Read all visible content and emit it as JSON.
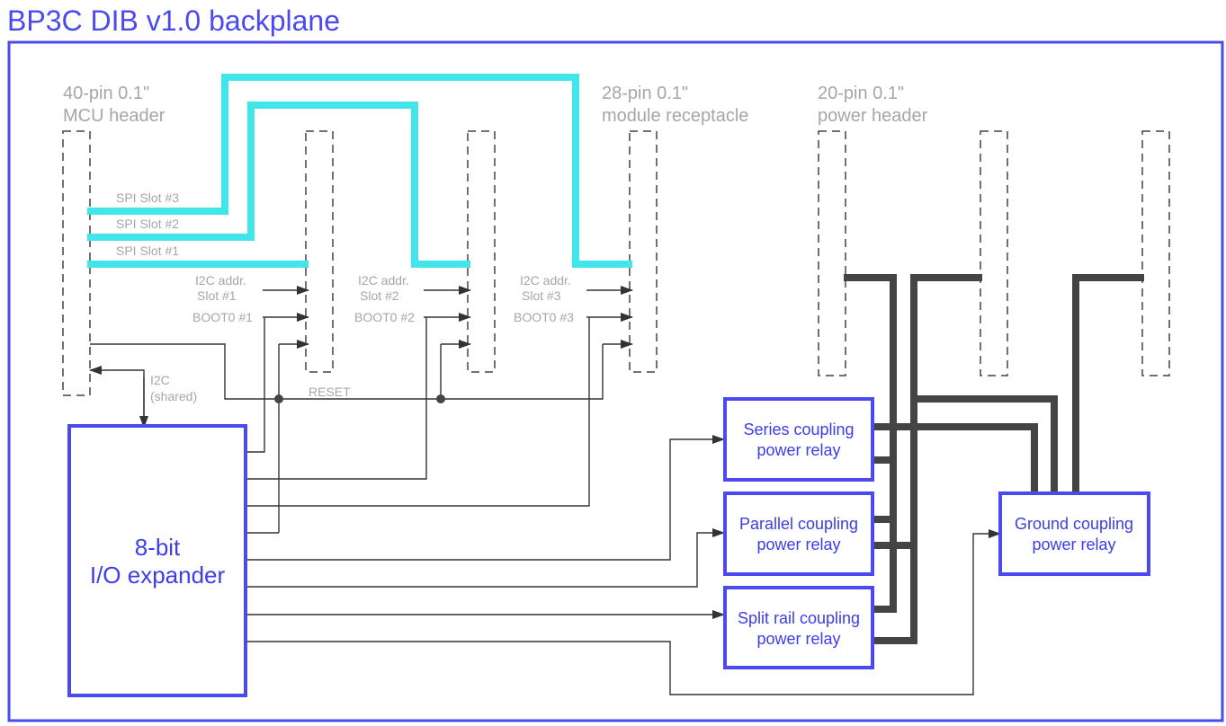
{
  "title": "BP3C DIB v1.0 backplane",
  "headers": {
    "mcu": [
      "40-pin 0.1\"",
      "MCU header"
    ],
    "module": [
      "28-pin 0.1\"",
      "module receptacle"
    ],
    "power": [
      "20-pin 0.1\"",
      "power header"
    ]
  },
  "spi_labels": [
    "SPI Slot #3",
    "SPI Slot #2",
    "SPI Slot #1"
  ],
  "i2c_addr_labels": [
    [
      "I2C addr.",
      "Slot #1"
    ],
    [
      "I2C addr.",
      "Slot #2"
    ],
    [
      "I2C addr.",
      "Slot #3"
    ]
  ],
  "boot_labels": [
    "BOOT0 #1",
    "BOOT0 #2",
    "BOOT0 #3"
  ],
  "i2c_shared": [
    "I2C",
    "(shared)"
  ],
  "reset_label": "RESET",
  "io_expander": [
    "8-bit",
    "I/O expander"
  ],
  "relays": {
    "series": [
      "Series coupling",
      "power relay"
    ],
    "parallel": [
      "Parallel coupling",
      "power relay"
    ],
    "split": [
      "Split rail coupling",
      "power relay"
    ],
    "ground": [
      "Ground coupling",
      "power relay"
    ]
  },
  "colors": {
    "title_blue": "#4a4af0",
    "box_blue": "#4a4af0",
    "spi_cyan": "#40e6ea",
    "power_grey": "#444444",
    "label_grey": "#a6a6a6"
  }
}
